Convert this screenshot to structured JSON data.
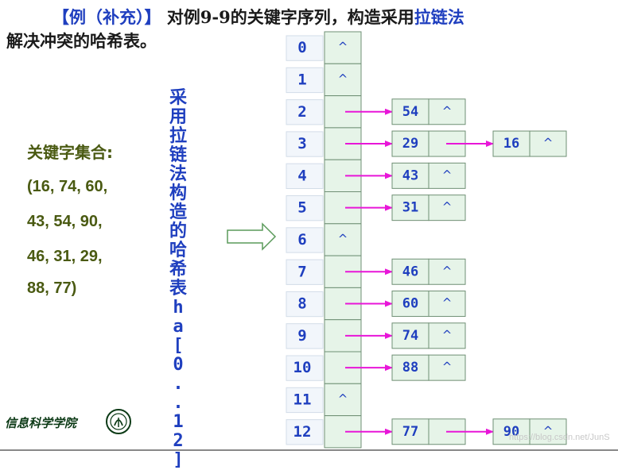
{
  "title": {
    "part1": "【例（补充）】",
    "part2": "对例9-9的关键字序列，构造采用",
    "part3": "拉链法",
    "part4": "解决冲突的哈希表。"
  },
  "keywords": {
    "label": "关键字集合:",
    "lines": [
      "(16, 74, 60,",
      "43, 54, 90,",
      "46, 31, 29,",
      "88, 77)"
    ]
  },
  "vertical_caption": [
    "采",
    "用",
    "拉",
    "链",
    "法",
    "构",
    "造",
    "的",
    "哈",
    "希",
    "表",
    "h",
    "a",
    "[",
    "0",
    ".",
    ".",
    "1",
    "2",
    "]"
  ],
  "footer": {
    "text": "信息科学学院"
  },
  "watermark": "https://blog.csdn.net/JunS",
  "colors": {
    "accent": "#1f3fbf",
    "arrow": "#e816d8",
    "cell_fill": "#e6f4e8",
    "cell_border": "#6f8f74",
    "index_fill": "#f2f6fb"
  },
  "null_symbol": "^",
  "table": {
    "slots": [
      {
        "index": "0",
        "chain": []
      },
      {
        "index": "1",
        "chain": []
      },
      {
        "index": "2",
        "chain": [
          "54"
        ]
      },
      {
        "index": "3",
        "chain": [
          "29",
          "16"
        ]
      },
      {
        "index": "4",
        "chain": [
          "43"
        ]
      },
      {
        "index": "5",
        "chain": [
          "31"
        ]
      },
      {
        "index": "6",
        "chain": []
      },
      {
        "index": "7",
        "chain": [
          "46"
        ]
      },
      {
        "index": "8",
        "chain": [
          "60"
        ]
      },
      {
        "index": "9",
        "chain": [
          "74"
        ]
      },
      {
        "index": "10",
        "chain": [
          "88"
        ]
      },
      {
        "index": "11",
        "chain": []
      },
      {
        "index": "12",
        "chain": [
          "77",
          "90"
        ]
      }
    ]
  }
}
